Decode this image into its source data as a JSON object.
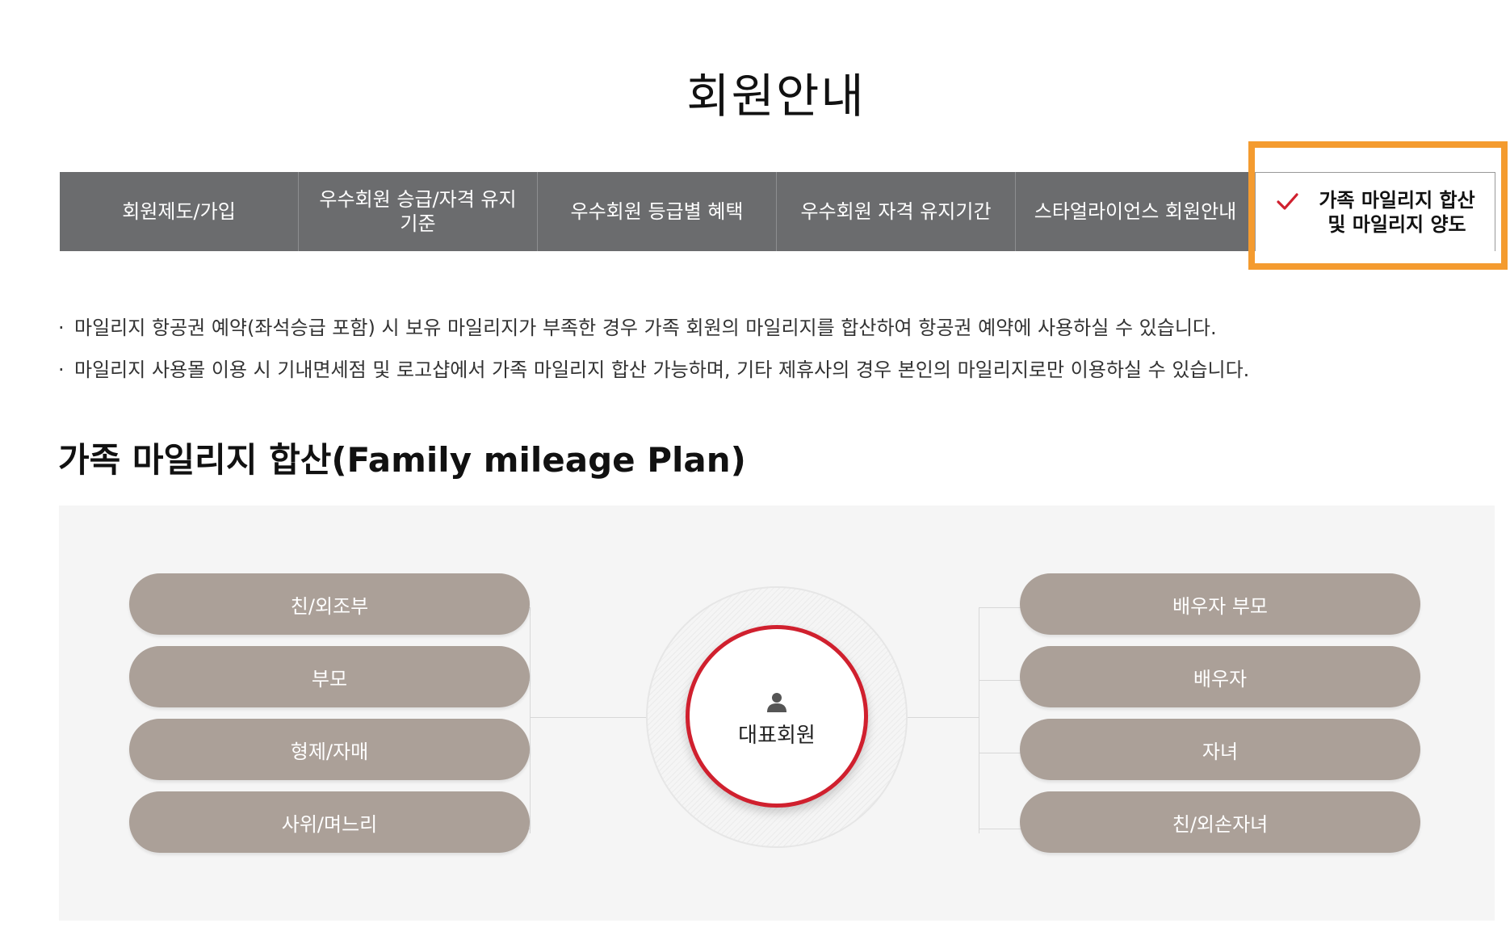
{
  "page": {
    "title": "회원안내"
  },
  "tabs": [
    {
      "label": "회원제도/가입"
    },
    {
      "label": "우수회원 승급/자격 유지 기준"
    },
    {
      "label": "우수회원 등급별 혜택"
    },
    {
      "label": "우수회원 자격 유지기간"
    },
    {
      "label": "스타얼라이언스 회원안내"
    },
    {
      "label": "가족 마일리지 합산 및 마일리지 양도",
      "active": true,
      "icon": "checkmark-icon"
    }
  ],
  "notes": [
    "마일리지 항공권 예약(좌석승급 포함) 시 보유 마일리지가 부족한 경우 가족 회원의 마일리지를 합산하여 항공권 예약에 사용하실 수 있습니다.",
    "마일리지 사용몰 이용 시 기내면세점 및 로고샵에서 가족 마일리지 합산 가능하며, 기타 제휴사의 경우 본인의 마일리지로만 이용하실 수 있습니다."
  ],
  "section": {
    "title": "가족 마일리지 합산(Family mileage Plan)"
  },
  "diagram": {
    "center_label": "대표회원",
    "center_icon": "person-icon",
    "left_items": [
      "친/외조부",
      "부모",
      "형제/자매",
      "사위/며느리"
    ],
    "right_items": [
      "배우자 부모",
      "배우자",
      "자녀",
      "친/외손자녀"
    ]
  },
  "colors": {
    "tab_bg": "#6b6c6e",
    "highlight": "#f49b2f",
    "check": "#d0202e",
    "pill_bg": "#aba098",
    "center_border": "#d0202e",
    "diagram_bg": "#f5f5f5"
  }
}
